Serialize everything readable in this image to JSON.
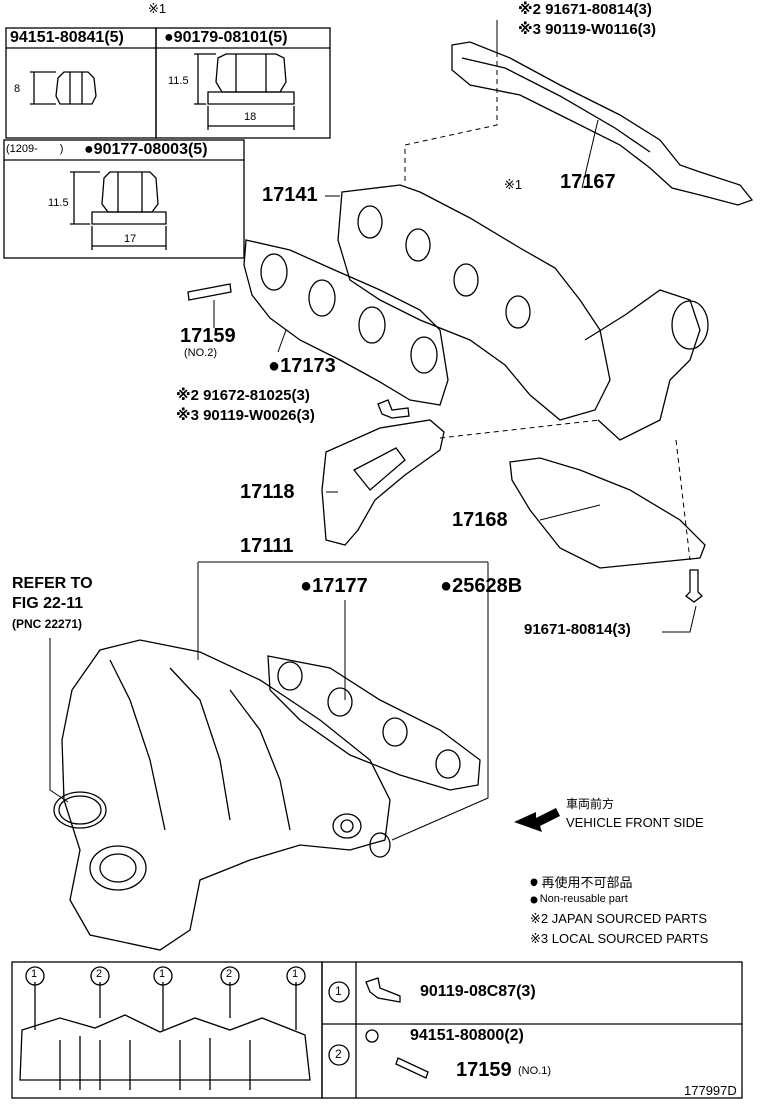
{
  "inset_nuts": {
    "mark": "※1",
    "box1": {
      "part": "94151-80841(5)",
      "height": "8"
    },
    "box2": {
      "part": "●90179-08101(5)",
      "height": "11.5",
      "width": "18"
    },
    "box3": {
      "range": "(1209-　　)",
      "part": "●90177-08003(5)",
      "height": "11.5",
      "width": "17"
    }
  },
  "callouts": {
    "bolt_top": {
      "line1": "※2 91671-80814(3)",
      "line2": "※3 90119-W0116(3)"
    },
    "nut_mark": "※1",
    "p17167": "17167",
    "p17141": "17141",
    "p17159": "17159",
    "p17159_note": "(NO.2)",
    "p17173": "●17173",
    "bolt_mid": {
      "line1": "※2 91672-81025(3)",
      "line2": "※3 90119-W0026(3)"
    },
    "p17118": "17118",
    "p17168": "17168",
    "p91671": "91671-80814(3)",
    "p17111": "17111",
    "refer_line1": "REFER TO",
    "refer_line2": "FIG 22-11",
    "refer_line3": "(PNC 22271)",
    "p17177": "●17177",
    "p25628": "●25628B"
  },
  "front": {
    "jp": "車両前方",
    "en": "VEHICLE FRONT SIDE"
  },
  "legend": [
    "● 再使用不可部品",
    "● Non-reusable part",
    "※2 JAPAN SOURCED PARTS",
    "※3 LOCAL SOURCED PARTS"
  ],
  "bottom_table": {
    "markers_top": [
      "1",
      "2",
      "1",
      "2",
      "1"
    ],
    "row1": {
      "num": "1",
      "part": "90119-08C87(3)"
    },
    "row2": {
      "num": "2",
      "part1": "94151-80800(2)",
      "part2": "17159",
      "part2_note": "(NO.1)"
    }
  },
  "figure_id": "177997D"
}
